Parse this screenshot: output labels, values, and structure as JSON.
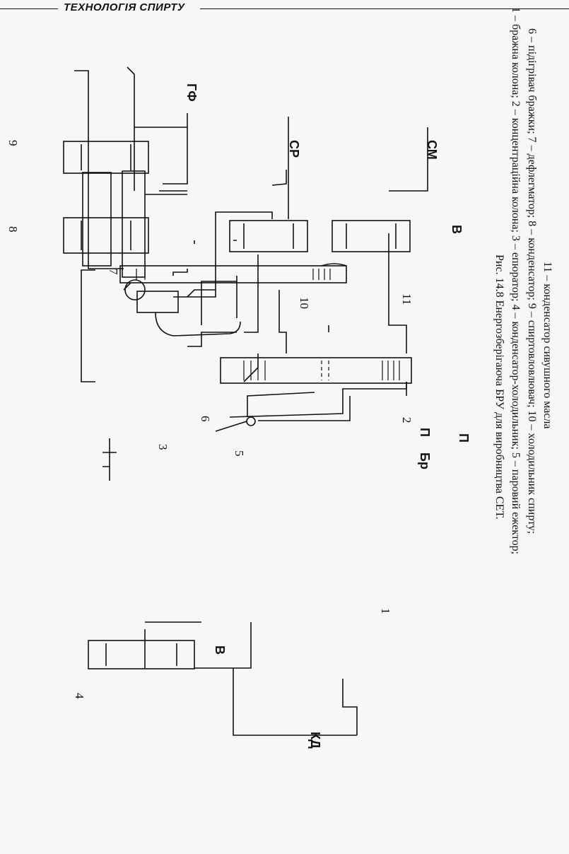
{
  "header": {
    "title": "ТЕХНОЛОГІЯ СПИРТУ"
  },
  "figure": {
    "caption_title": "Рис. 14.8 Енергозберігаюча БРУ для виробництва СЕТ.",
    "caption_lines": [
      "1 – бражна колона; 2 – концентраційна колона; 3 – епюратор; 4 – конденсатор-холодильник; 5 – паровий ежектор;",
      "6 – підігрівач бражки; 7 – дефлегматор; 8 – конденсатор; 9 – спиртовловлювач; 10 – холодильник спирту;",
      "11 – конденсатор сивушного масла"
    ],
    "stream_labels": {
      "gf": "ГФ",
      "sr": "СР",
      "sm": "СМ",
      "kd": "КД",
      "br": "Бр",
      "v1": "В",
      "v2": "В",
      "p1": "П",
      "p2": "П"
    },
    "unit_numbers": [
      "1",
      "2",
      "3",
      "4",
      "5",
      "6",
      "7",
      "8",
      "9",
      "10",
      "11"
    ]
  }
}
